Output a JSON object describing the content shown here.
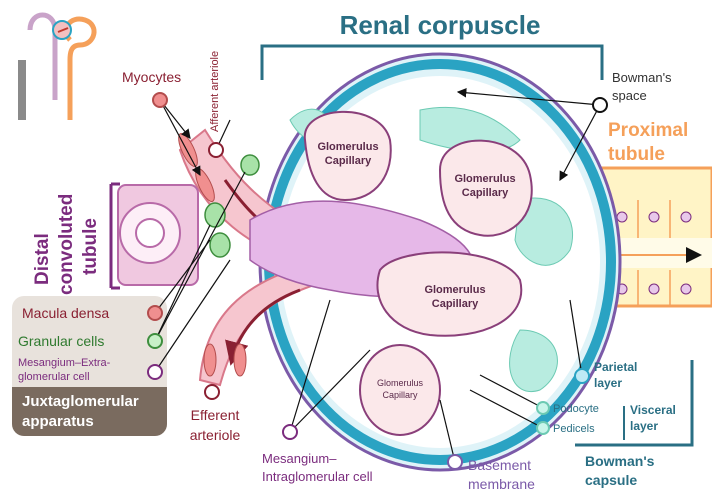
{
  "title": "Renal corpuscle",
  "colors": {
    "title": "#2a6f84",
    "capsule": "#2aa3c3",
    "glomerulus": "#e6b8e8",
    "capillary_fill": "#fbe8ea",
    "capillary_edge": "#8a3f7a",
    "proximal": "#f5a05a",
    "tubule_fill": "#fff4c6",
    "distal": "#7b2c7e",
    "myocyte": "#f08f8f",
    "granular": "#72c472",
    "juxta_label": "#7a6b5f",
    "afferent_arrow": "#8a2032"
  },
  "labels": {
    "myocytes": "Myocytes",
    "afferent": "Afferent arteriole",
    "bowmans_space": "Bowman's\nspace",
    "proximal": "Proximal\ntubule",
    "distal": "Distal\nconvoluted\ntubule",
    "cap1": "Glomerulus\nCapillary",
    "cap2": "Glomerulus\nCapillary",
    "cap3": "Glomerulus\nCapillary",
    "cap4": "Glomerulus\nCapillary",
    "macula": "Macula densa",
    "granular": "Granular cells",
    "mesangium_extra": "Mesangium–Extra-\nglomerular cell",
    "juxta": "Juxtaglomerular\napparatus",
    "efferent": "Efferent\narteriole",
    "mesangium_intra": "Mesangium–\nIntraglomerular cell",
    "basement": "Basement\nmembrane",
    "parietal": "Parietal\nlayer",
    "podocyte": "Podocyte",
    "pedicels": "Pedicels",
    "visceral": "Visceral\nlayer",
    "bowmans_capsule": "Bowman's\ncapsule"
  }
}
